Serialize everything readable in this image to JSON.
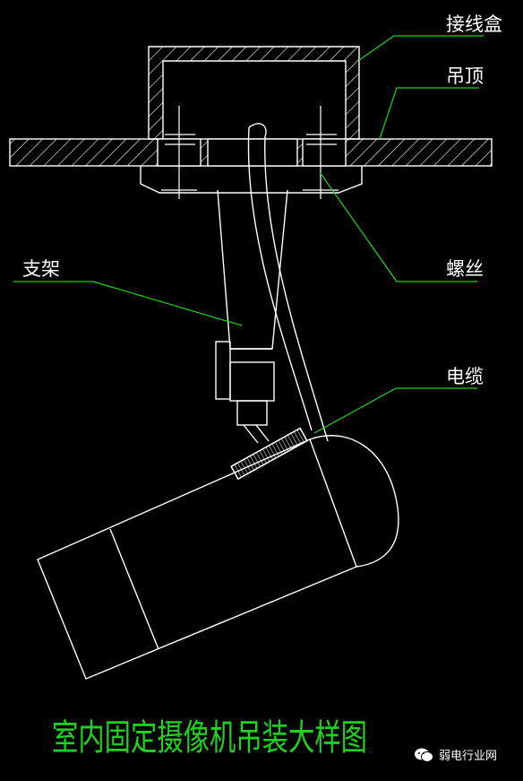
{
  "labels": {
    "junction_box": "接线盒",
    "ceiling": "吊顶",
    "screw": "螺丝",
    "bracket": "支架",
    "cable": "电缆"
  },
  "title": "室内固定摄像机吊装大样图",
  "watermark": "弱电行业网",
  "colors": {
    "background": "#000000",
    "drawing": "#ffffff",
    "leader": "#1fd21f",
    "title": "#1fd21f"
  }
}
